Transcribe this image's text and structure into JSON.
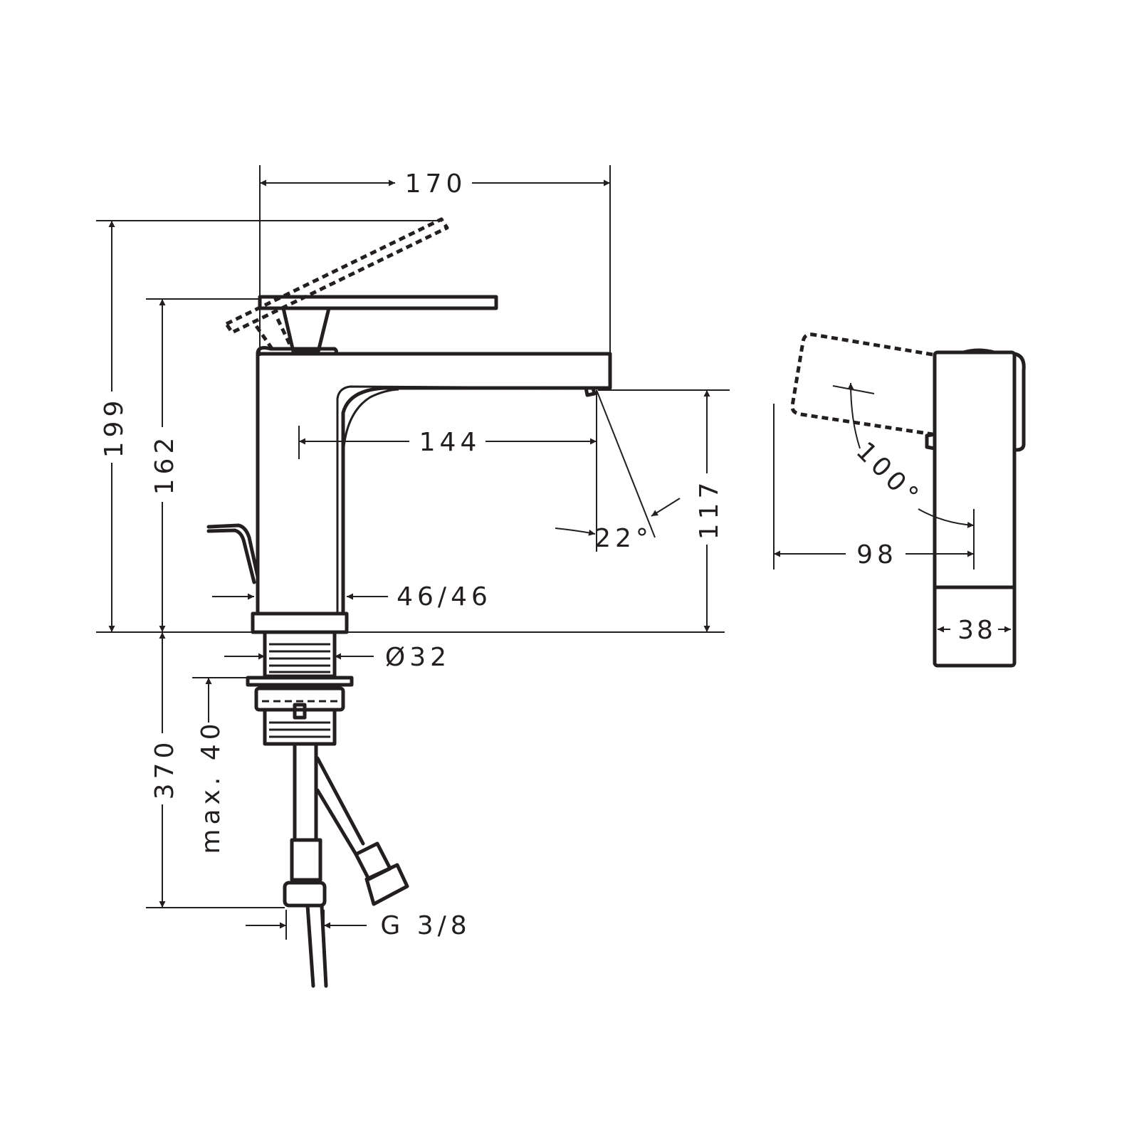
{
  "dimensions": {
    "width_total": "170",
    "height_lever_raised": "199",
    "height_body": "162",
    "spout_reach": "144",
    "spout_height": "117",
    "spout_angle": "22°",
    "base_size": "46/46",
    "shank_diameter": "Ø32",
    "below_counter": "370",
    "max_counter_thickness": "max. 40",
    "connection_thread": "G 3/8",
    "lever_angle": "100°",
    "side_depth": "98",
    "side_width": "38"
  }
}
